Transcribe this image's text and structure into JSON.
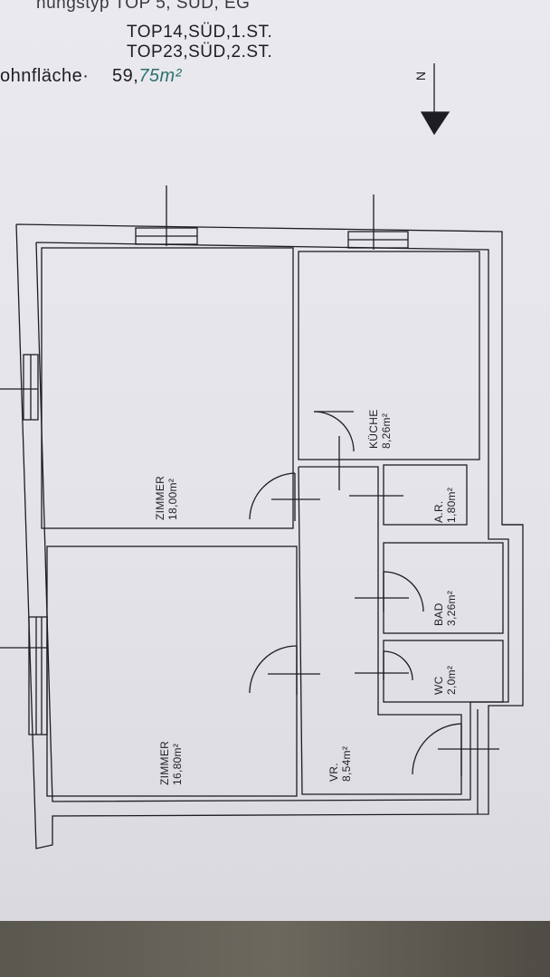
{
  "header": {
    "cut_line": "nungstyp TOP 5, SÜD, EG",
    "line_1": "TOP14,SÜD,1.ST.",
    "line_2": "TOP23,SÜD,2.ST.",
    "area_label": "ohnfläche·",
    "area_printed": "59,",
    "area_handwritten": "75m²"
  },
  "north_label": "N",
  "rooms": [
    {
      "id": "zimmer-1",
      "name": "ZIMMER",
      "area": "18,00m²"
    },
    {
      "id": "zimmer-2",
      "name": "ZIMMER",
      "area": "16,80m²"
    },
    {
      "id": "kueche",
      "name": "KÜCHE",
      "area": "8,26m²"
    },
    {
      "id": "ar",
      "name": "A.R.",
      "area": "1,80m²"
    },
    {
      "id": "bad",
      "name": "BAD",
      "area": "3,26m²"
    },
    {
      "id": "wc",
      "name": "WC",
      "area": "2,0m²"
    },
    {
      "id": "vr",
      "name": "VR.",
      "area": "8,54m²"
    }
  ],
  "colors": {
    "ink": "#1d1d22",
    "paper": "#e6e6eb",
    "handwriting": "#2e7070"
  }
}
